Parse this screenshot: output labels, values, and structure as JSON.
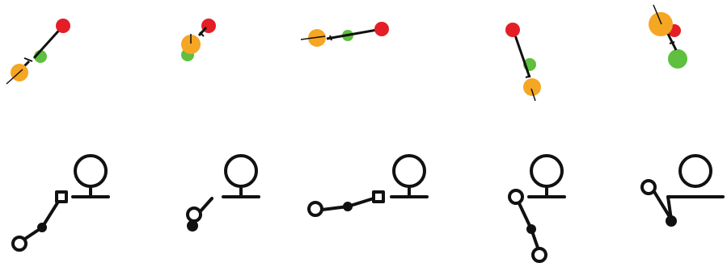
{
  "figure": {
    "rows": [
      {
        "name": "colored-dot-row",
        "panels": [
          {
            "index": 1
          },
          {
            "index": 2
          },
          {
            "index": 3
          },
          {
            "index": 4
          },
          {
            "index": 5
          }
        ]
      },
      {
        "name": "schematic-row",
        "panels": [
          {
            "index": 1
          },
          {
            "index": 2
          },
          {
            "index": 3
          },
          {
            "index": 4
          },
          {
            "index": 5
          }
        ]
      }
    ],
    "colors": {
      "red": "#e41e26",
      "orange": "#f5a623",
      "green": "#5fbf3e",
      "stroke": "#111111"
    }
  }
}
